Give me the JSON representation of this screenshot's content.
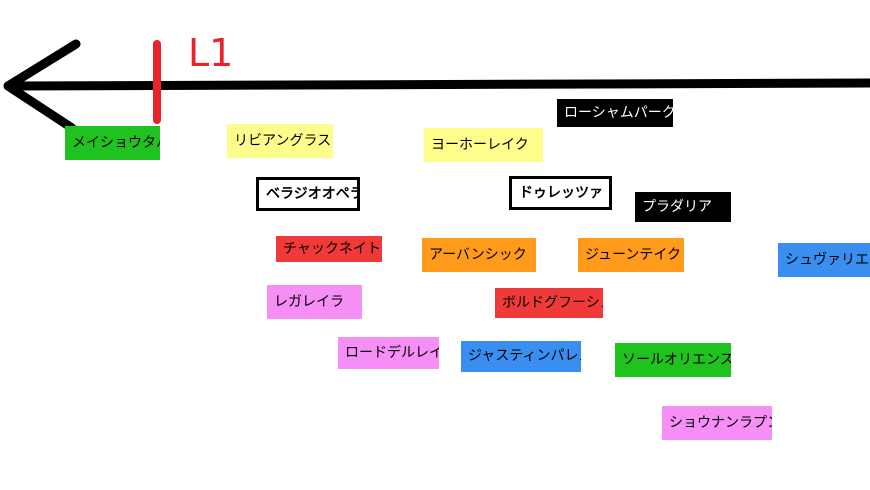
{
  "marker": {
    "text": "L1",
    "color": "#e8232b"
  },
  "labels": [
    {
      "id": "meishoutabaru",
      "text": "メイショウタバル",
      "bg": "#1fc21f",
      "fg": "#000000"
    },
    {
      "id": "ribiangurasu",
      "text": "リビアングラス",
      "bg": "#fdfd8c",
      "fg": "#000000"
    },
    {
      "id": "yohoreiku",
      "text": "ヨーホーレイク",
      "bg": "#fdfd8c",
      "fg": "#000000"
    },
    {
      "id": "roshamupaku",
      "text": "ローシャムパーク",
      "bg": "#000000",
      "fg": "#ffffff"
    },
    {
      "id": "berajiopera",
      "text": "ベラジオオペラ",
      "bg": "#ffffff",
      "fg": "#000000",
      "boxed": true
    },
    {
      "id": "duretsua",
      "text": "ドゥレッツァ",
      "bg": "#ffffff",
      "fg": "#000000",
      "boxed": true
    },
    {
      "id": "puradaria",
      "text": "プラダリア",
      "bg": "#000000",
      "fg": "#ffffff"
    },
    {
      "id": "chakkuneito",
      "text": "チャックネイト",
      "bg": "#f03a3a",
      "fg": "#000000"
    },
    {
      "id": "abanshikku",
      "text": "アーバンシック",
      "bg": "#ff9a1a",
      "fg": "#000000"
    },
    {
      "id": "juntiku",
      "text": "ジューンテイク",
      "bg": "#ff9a1a",
      "fg": "#000000"
    },
    {
      "id": "shuvarie",
      "text": "シュヴァリエ",
      "bg": "#3a8ef0",
      "fg": "#000000"
    },
    {
      "id": "regareira",
      "text": "レガレイラ",
      "bg": "#f58ef5",
      "fg": "#000000"
    },
    {
      "id": "borudogufushu",
      "text": "ボルドグフーシュ",
      "bg": "#f03a3a",
      "fg": "#000000"
    },
    {
      "id": "rododerurei",
      "text": "ロードデルレイ",
      "bg": "#f58ef5",
      "fg": "#000000"
    },
    {
      "id": "jasutinparesu",
      "text": "ジャスティンパレス",
      "bg": "#3a8ef0",
      "fg": "#000000"
    },
    {
      "id": "soruoriensu",
      "text": "ソールオリエンス",
      "bg": "#1fc21f",
      "fg": "#000000"
    },
    {
      "id": "shounanraputa",
      "text": "ショウナンラプンタ",
      "bg": "#f58ef5",
      "fg": "#000000"
    }
  ]
}
